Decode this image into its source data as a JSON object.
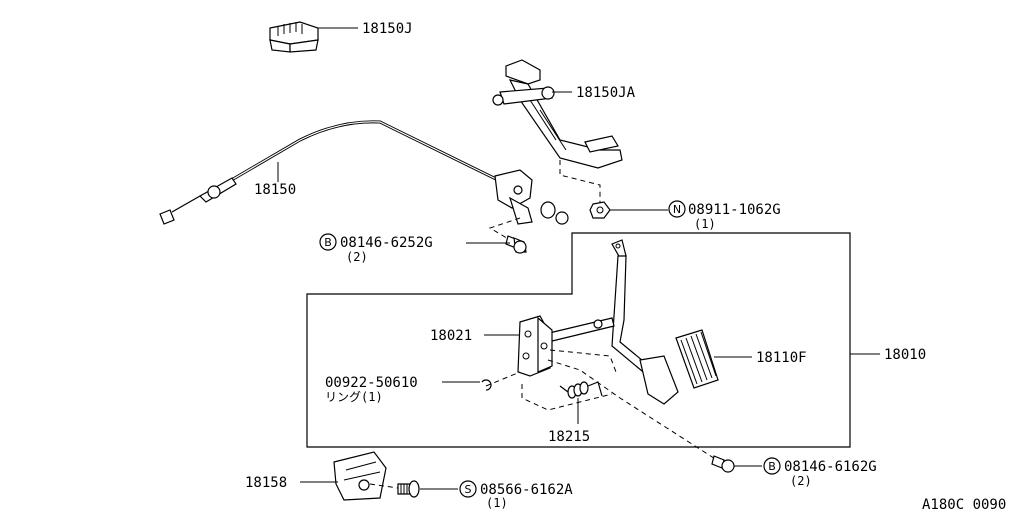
{
  "labels": {
    "p18150J": "18150J",
    "p18150JA": "18150JA",
    "p18150": "18150",
    "p08911": "08911-1062G",
    "p08911_qty": "(1)",
    "p08146_6252": "08146-6252G",
    "p08146_6252_qty": "(2)",
    "p18021": "18021",
    "p18010": "18010",
    "p18110F": "18110F",
    "p00922": "00922-50610",
    "p00922_note": "リング(1)",
    "p18215": "18215",
    "p08146_6162": "08146-6162G",
    "p08146_6162_qty": "(2)",
    "p18158": "18158",
    "p08566": "08566-6162A",
    "p08566_qty": "(1)",
    "diagram_code": "A180C 0090"
  },
  "symbols": {
    "n": "N",
    "b1": "B",
    "b2": "B",
    "s": "S"
  }
}
